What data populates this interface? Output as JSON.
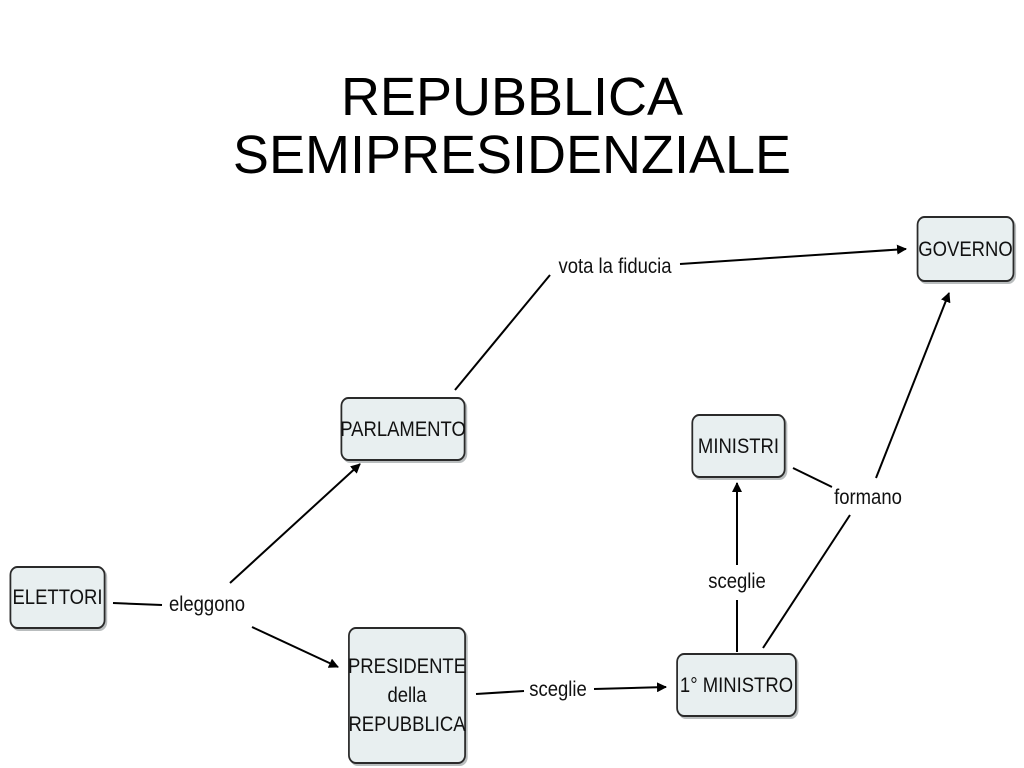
{
  "title": {
    "line1": "REPUBBLICA",
    "line2": "SEMIPRESIDENZIALE"
  },
  "nodes": {
    "governo": "GOVERNO",
    "parlamento": "PARLAMENTO",
    "ministri": "MINISTRI",
    "elettori": "ELETTORI",
    "presidente": [
      "PRESIDENTE",
      "della",
      "REPUBBLICA"
    ],
    "primo_ministro": "1° MINISTRO"
  },
  "links": {
    "vota_la_fiducia": "vota la fiducia",
    "eleggono": "eleggono",
    "sceglie_presidente": "sceglie",
    "sceglie_primo_ministro": "sceglie",
    "formano": "formano"
  },
  "colors": {
    "node_fill": "#e8eff0",
    "node_border": "#2a2a2a",
    "line": "#000000"
  }
}
